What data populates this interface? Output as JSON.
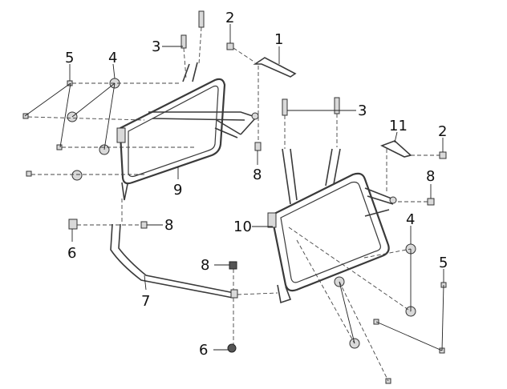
{
  "diagram": {
    "callouts": {
      "c1": "1",
      "c2a": "2",
      "c2b": "2",
      "c3a": "3",
      "c3b": "3",
      "c4a": "4",
      "c4b": "4",
      "c5a": "5",
      "c5b": "5",
      "c6a": "6",
      "c6b": "6",
      "c7": "7",
      "c8a": "8",
      "c8b": "8",
      "c8c": "8",
      "c8d": "8",
      "c9": "9",
      "c10": "10",
      "c11": "11"
    }
  }
}
